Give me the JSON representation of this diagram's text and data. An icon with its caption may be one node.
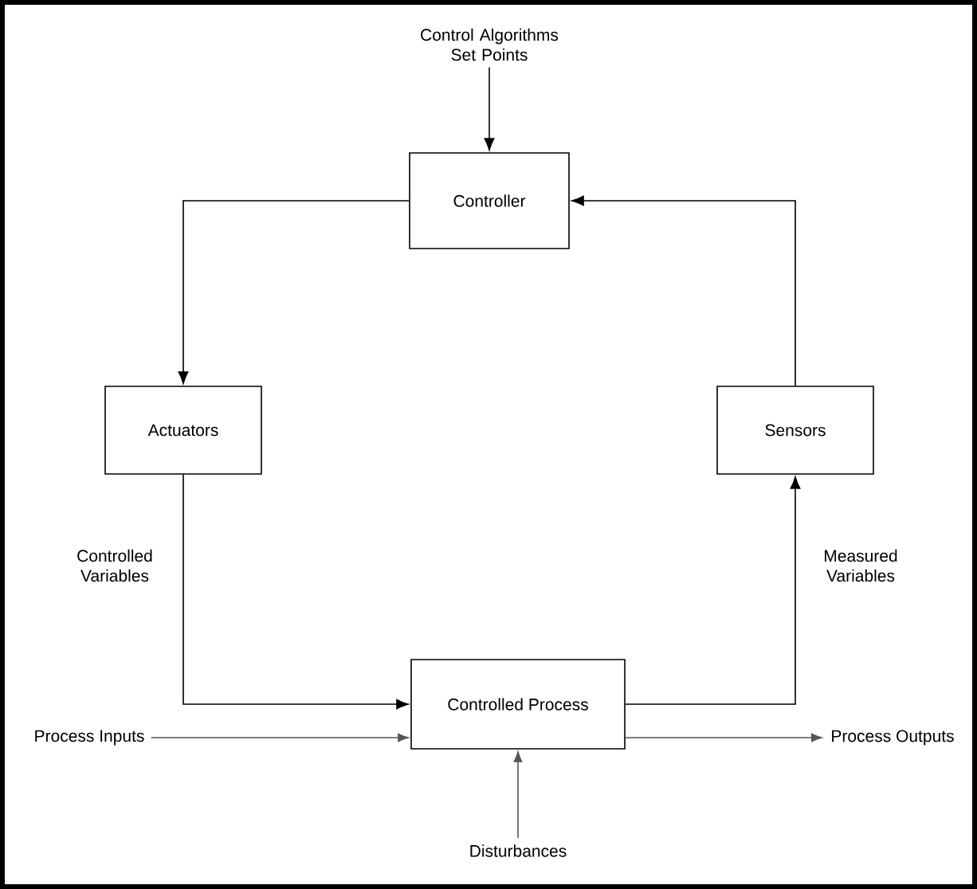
{
  "diagram": {
    "nodes": [
      {
        "text": [
          "Controller"
        ]
      },
      {
        "text": [
          "Actuators"
        ]
      },
      {
        "text": [
          "Sensors"
        ]
      },
      {
        "text": [
          "Controlled Process"
        ]
      },
      {
        "text": [
          "Control Algorithms Set Points"
        ]
      },
      {
        "text": [
          "Process Inputs"
        ]
      },
      {
        "text": [
          "Process Outputs"
        ]
      },
      {
        "text": [
          "Disturbances"
        ]
      }
    ],
    "edges": [
      {
        "from": 4,
        "to": 0,
        "arrow": "to"
      },
      {
        "from": 0,
        "to": 1,
        "arrow": "to"
      },
      {
        "from": 1,
        "to": 3,
        "arrow": "to",
        "label": "Controlled Variables"
      },
      {
        "from": 3,
        "to": 2,
        "arrow": "to",
        "label": "Measured Variables"
      },
      {
        "from": 2,
        "to": 0,
        "arrow": "to"
      },
      {
        "from": 5,
        "to": 3,
        "arrow": "to",
        "color": "#555555"
      },
      {
        "from": 3,
        "to": 6,
        "arrow": "to",
        "color": "#555555"
      },
      {
        "from": 7,
        "to": 3,
        "arrow": "to",
        "color": "#555555"
      }
    ]
  }
}
